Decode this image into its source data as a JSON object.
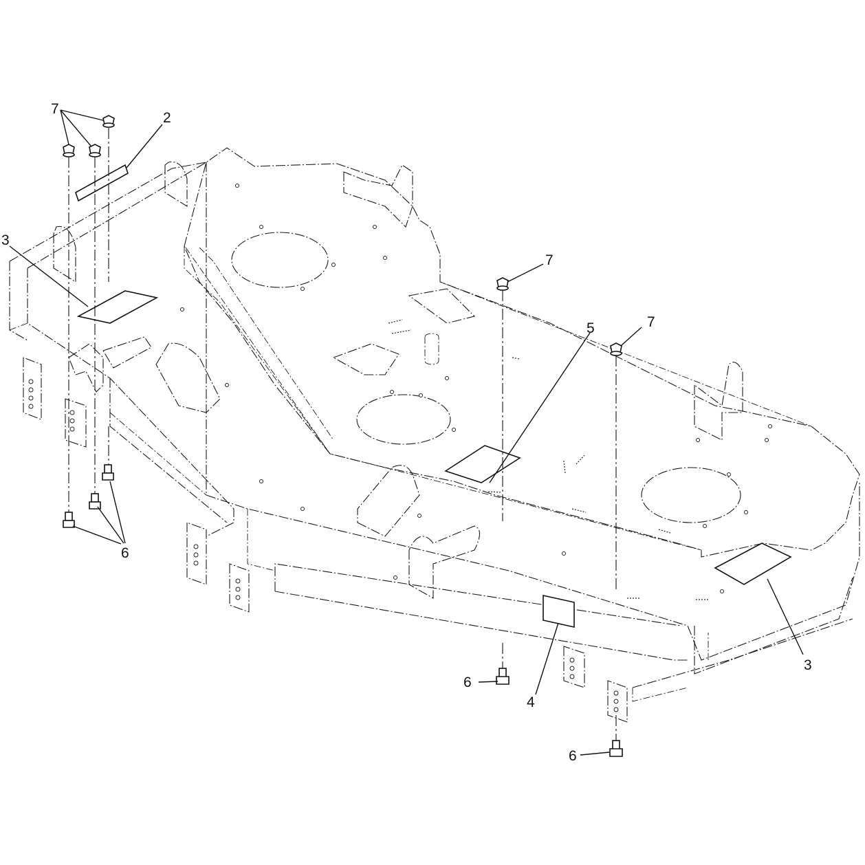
{
  "callouts": {
    "c2": "2",
    "c3_left": "3",
    "c3_right": "3",
    "c4": "4",
    "c5": "5",
    "c6_left": "6",
    "c6_mid": "6",
    "c6_bottom": "6",
    "c7_topleft": "7",
    "c7_mid": "7",
    "c7_right": "7"
  }
}
